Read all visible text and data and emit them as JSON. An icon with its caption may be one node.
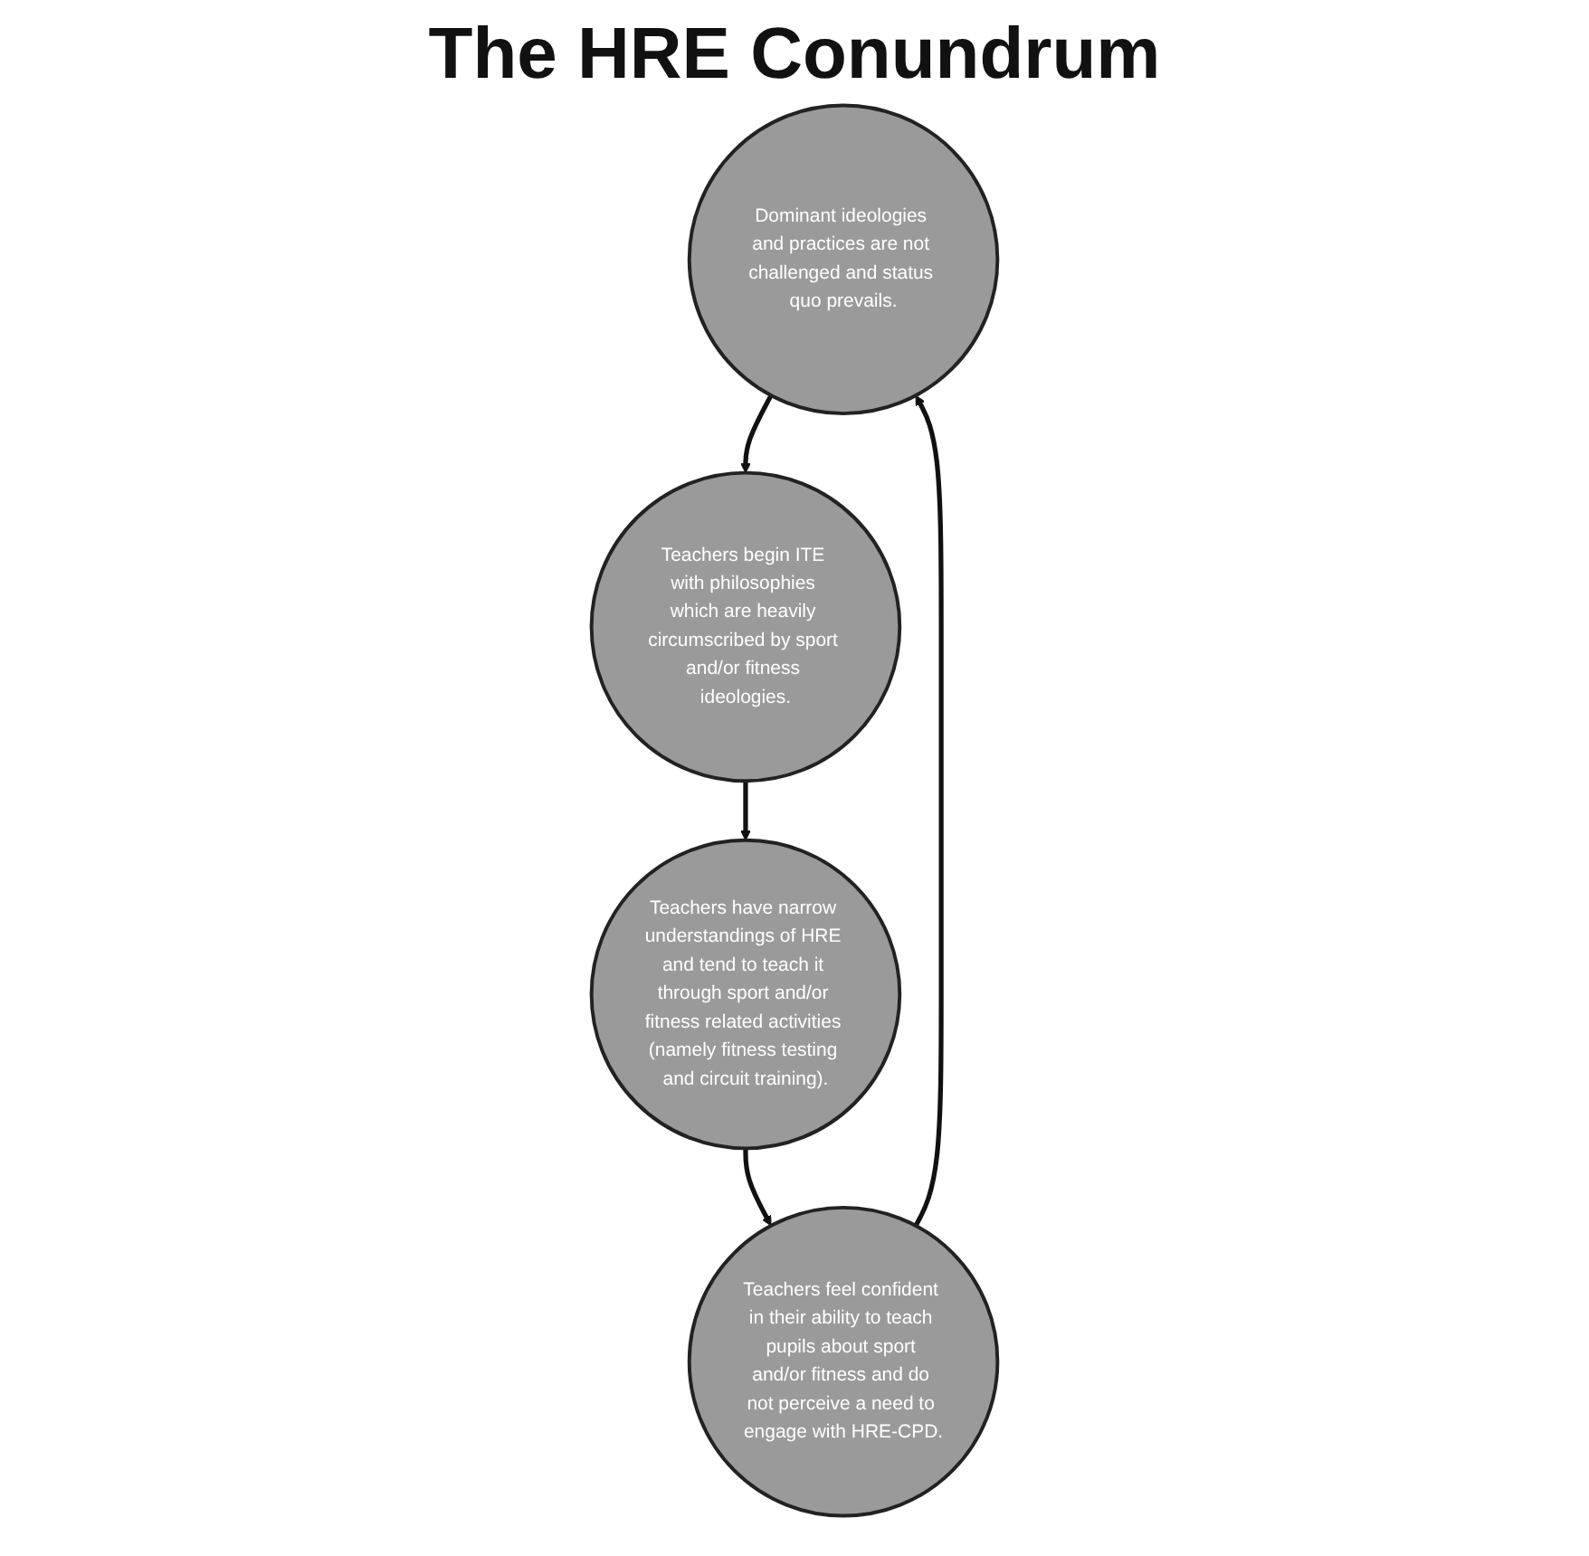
{
  "diagram": {
    "title": "The HRE Conundrum",
    "nodes": [
      {
        "text": [
          "Dominant ideologies and practices are not challenged and status quo prevails."
        ]
      },
      {
        "text": [
          "Teachers begin ITE with philosophies which are heavily circumscribed by sport and/or fitness ideologies."
        ]
      },
      {
        "text": [
          "Teachers have narrow understandings of HRE and tend to teach it through sport and/or fitness related activities (namely fitness testing and circuit training)."
        ]
      },
      {
        "text": [
          "Teachers feel confident in their ability to teach pupils about sport and/or fitness and do not perceive a need to engage with HRE-CPD."
        ]
      }
    ],
    "edges": [
      {
        "from": 0,
        "to": 1,
        "arrow": "to"
      },
      {
        "from": 1,
        "to": 2,
        "arrow": "to"
      },
      {
        "from": 2,
        "to": 3,
        "arrow": "to"
      },
      {
        "from": 3,
        "to": 0,
        "arrow": "to"
      }
    ]
  }
}
